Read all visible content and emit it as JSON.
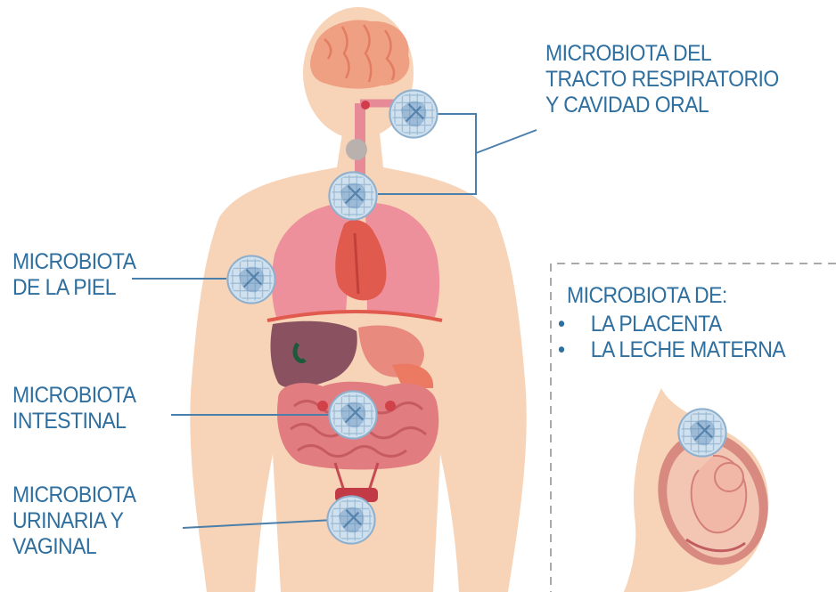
{
  "labels": {
    "respiratory": [
      "MICROBIOTA DEL",
      "TRACTO RESPIRATORIO",
      "Y CAVIDAD ORAL"
    ],
    "skin": [
      "MICROBIOTA",
      "DE LA PIEL"
    ],
    "intestinal": [
      "MICROBIOTA",
      "INTESTINAL"
    ],
    "urinary": [
      "MICROBIOTA",
      "URINARIA Y",
      "VAGINAL"
    ],
    "placenta_box": {
      "heading": "MICROBIOTA DE:",
      "items": [
        "LA PLACENTA",
        "LA LECHE MATERNA"
      ],
      "bullet": "•"
    }
  },
  "colors": {
    "label_text": "#2f6f9f",
    "leader_line": "#4a7fab",
    "skin": "#f7d3b7",
    "brain": "#ef9f82",
    "lungs": "#ee8f9c",
    "heart": "#e05a4e",
    "liver": "#8a5260",
    "intestine": "#e17d80",
    "microbe_disc": "#b9d3e6",
    "dashed_box": "#aaaaaa"
  },
  "icons": [
    "microbe-disc-icon"
  ]
}
